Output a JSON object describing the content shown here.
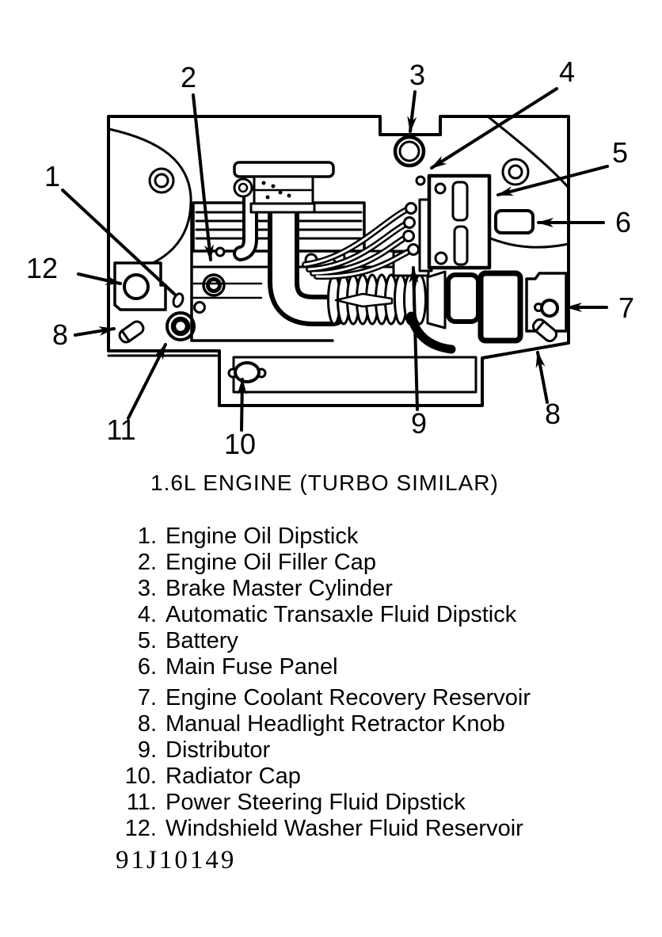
{
  "colors": {
    "ink": "#000000",
    "paper": "#ffffff"
  },
  "diagram": {
    "caption": "1.6L ENGINE (TURBO SIMILAR)",
    "figure_code": "91J10149",
    "callouts": {
      "n1": "1",
      "n2": "2",
      "n3": "3",
      "n4": "4",
      "n5": "5",
      "n6": "6",
      "n7": "7",
      "n8_left": "8",
      "n8_right": "8",
      "n9": "9",
      "n10": "10",
      "n11": "11",
      "n12": "12"
    }
  },
  "legend": {
    "items": [
      {
        "num": "1.",
        "label": "Engine Oil Dipstick"
      },
      {
        "num": "2.",
        "label": "Engine Oil Filler Cap"
      },
      {
        "num": "3.",
        "label": "Brake Master Cylinder"
      },
      {
        "num": "4.",
        "label": "Automatic Transaxle Fluid Dipstick"
      },
      {
        "num": "5.",
        "label": "Battery"
      },
      {
        "num": "6.",
        "label": "Main Fuse Panel"
      },
      {
        "num": "7.",
        "label": "Engine Coolant Recovery Reservoir"
      },
      {
        "num": "8.",
        "label": "Manual Headlight Retractor Knob"
      },
      {
        "num": "9.",
        "label": "Distributor"
      },
      {
        "num": "10.",
        "label": "Radiator Cap"
      },
      {
        "num": "11.",
        "label": "Power Steering Fluid Dipstick"
      },
      {
        "num": "12.",
        "label": "Windshield Washer Fluid Reservoir"
      }
    ]
  }
}
